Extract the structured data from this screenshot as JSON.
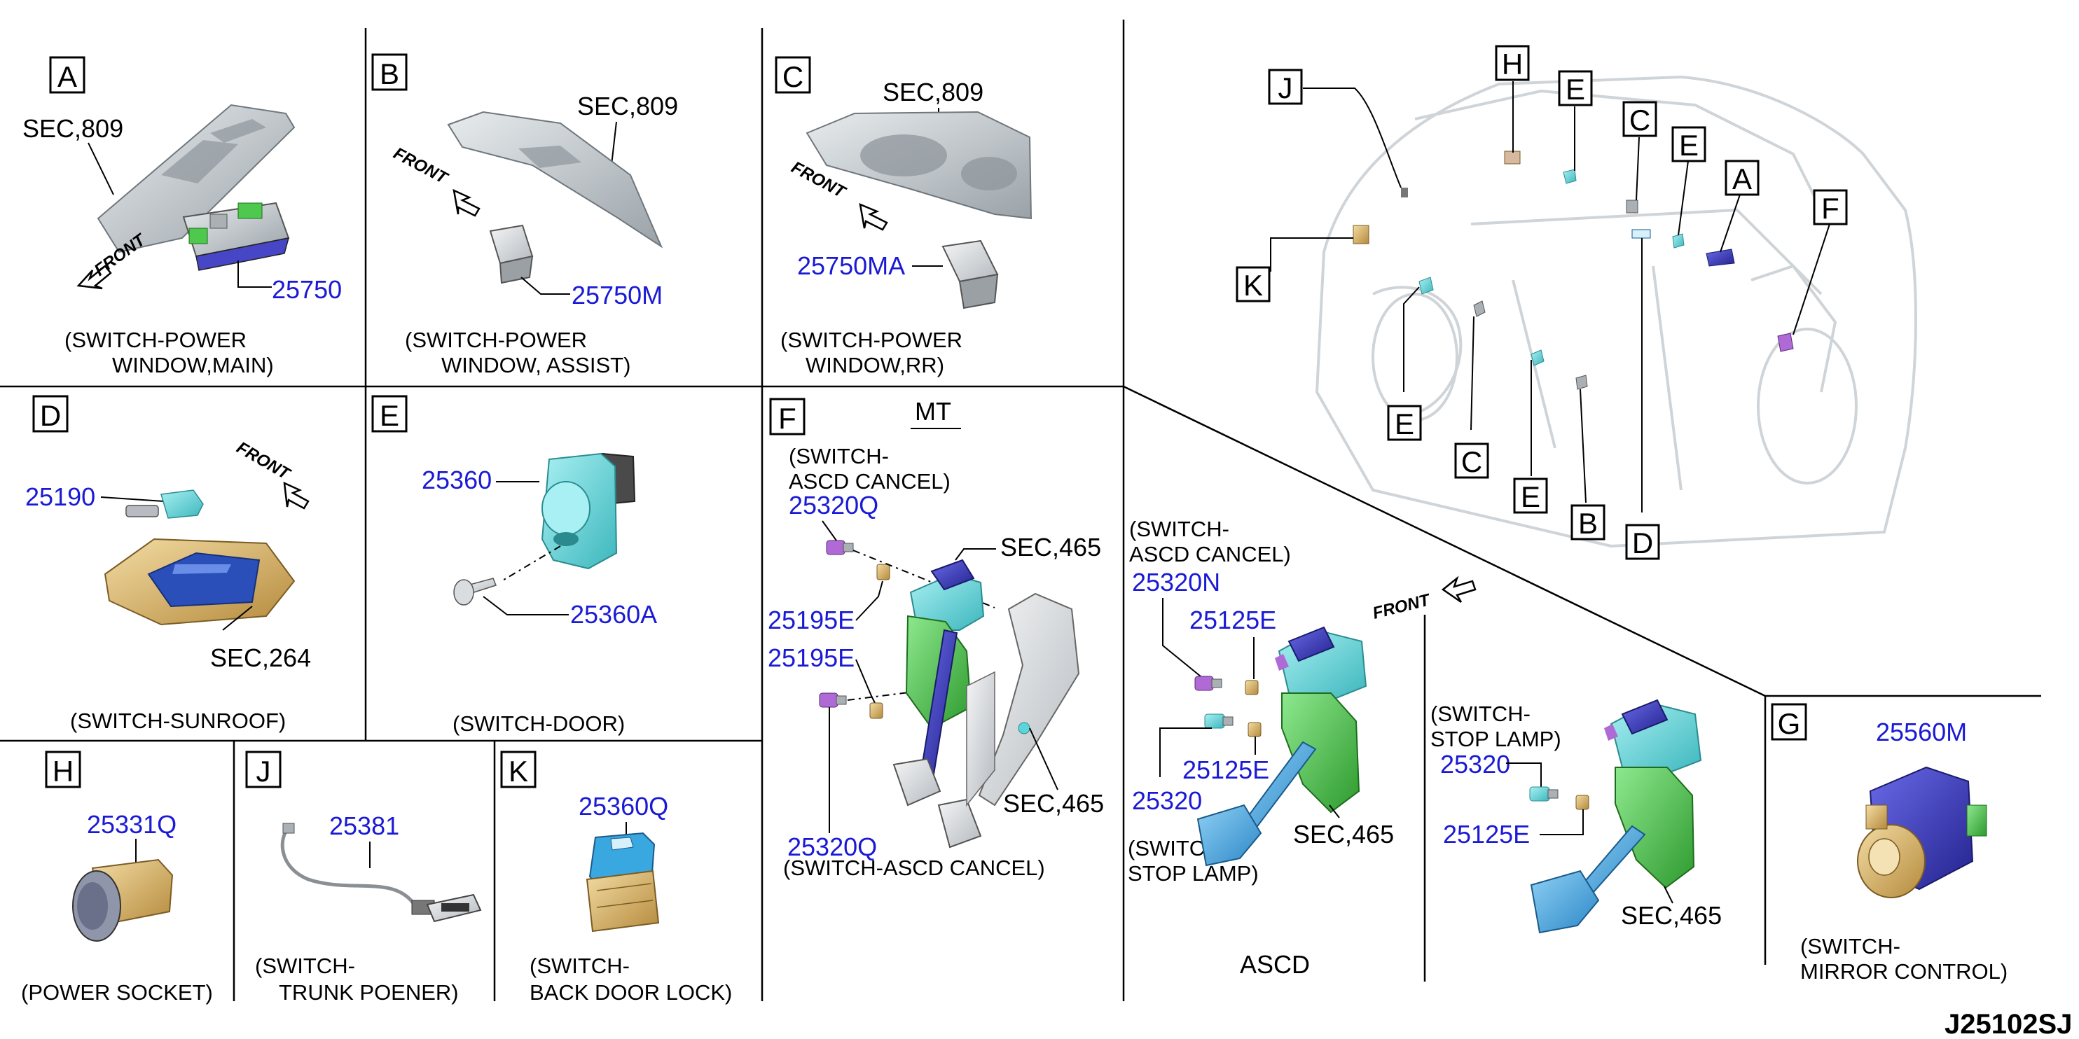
{
  "panels": {
    "A": {
      "tag": "A",
      "sec": "SEC,809",
      "part": "25750",
      "front": "FRONT",
      "caption1": "(SWITCH-POWER",
      "caption2": "WINDOW,MAIN)"
    },
    "B": {
      "tag": "B",
      "sec": "SEC,809",
      "part": "25750M",
      "front": "FRONT",
      "caption1": "(SWITCH-POWER",
      "caption2": "WINDOW, ASSIST)"
    },
    "C": {
      "tag": "C",
      "sec": "SEC,809",
      "part": "25750MA",
      "front": "FRONT",
      "caption1": "(SWITCH-POWER",
      "caption2": "WINDOW,RR)"
    },
    "D": {
      "tag": "D",
      "part": "25190",
      "sec": "SEC,264",
      "front": "FRONT",
      "caption": "(SWITCH-SUNROOF)"
    },
    "E": {
      "tag": "E",
      "part1": "25360",
      "part2": "25360A",
      "caption": "(SWITCH-DOOR)"
    },
    "F": {
      "tag": "F",
      "mt": "MT",
      "cancel1": "(SWITCH-",
      "cancel2": "ASCD CANCEL)",
      "p1": "25320Q",
      "sec1": "SEC,465",
      "p2": "25195E",
      "p3": "25195E",
      "sec2": "SEC,465",
      "p4": "25320Q",
      "caption": "(SWITCH-ASCD CANCEL)"
    },
    "ascd": {
      "cancel1": "(SWITCH-",
      "cancel2": "ASCD CANCEL)",
      "p1": "25320N",
      "p2": "25125E",
      "p3": "25125E",
      "p4": "25320",
      "stop1": "(SWITCH-",
      "stop2": "STOP LAMP)",
      "sec": "SEC,465",
      "front": "FRONT",
      "caption": "ASCD"
    },
    "stop": {
      "stop1": "(SWITCH-",
      "stop2": "STOP LAMP)",
      "p1": "25320",
      "p2": "25125E",
      "sec": "SEC,465"
    },
    "G": {
      "tag": "G",
      "part": "25560M",
      "caption1": "(SWITCH-",
      "caption2": "MIRROR CONTROL)"
    },
    "H": {
      "tag": "H",
      "part": "25331Q",
      "caption": "(POWER SOCKET)"
    },
    "J": {
      "tag": "J",
      "part": "25381",
      "caption1": "(SWITCH-",
      "caption2": "TRUNK POENER)"
    },
    "K": {
      "tag": "K",
      "part": "25360Q",
      "caption1": "(SWITCH-",
      "caption2": "BACK DOOR LOCK)"
    }
  },
  "overview_tags": [
    "J",
    "H",
    "E",
    "C",
    "E",
    "A",
    "F",
    "K",
    "E",
    "C",
    "E",
    "B",
    "D"
  ],
  "diagram_code": "J25102SJ",
  "colors": {
    "part_number": "#1a1ad6",
    "cyan": "#5fd4d8",
    "blue": "#3b3bc8",
    "green": "#4ec94e",
    "tan": "#d8b46a",
    "gray": "#c8ccd0"
  }
}
